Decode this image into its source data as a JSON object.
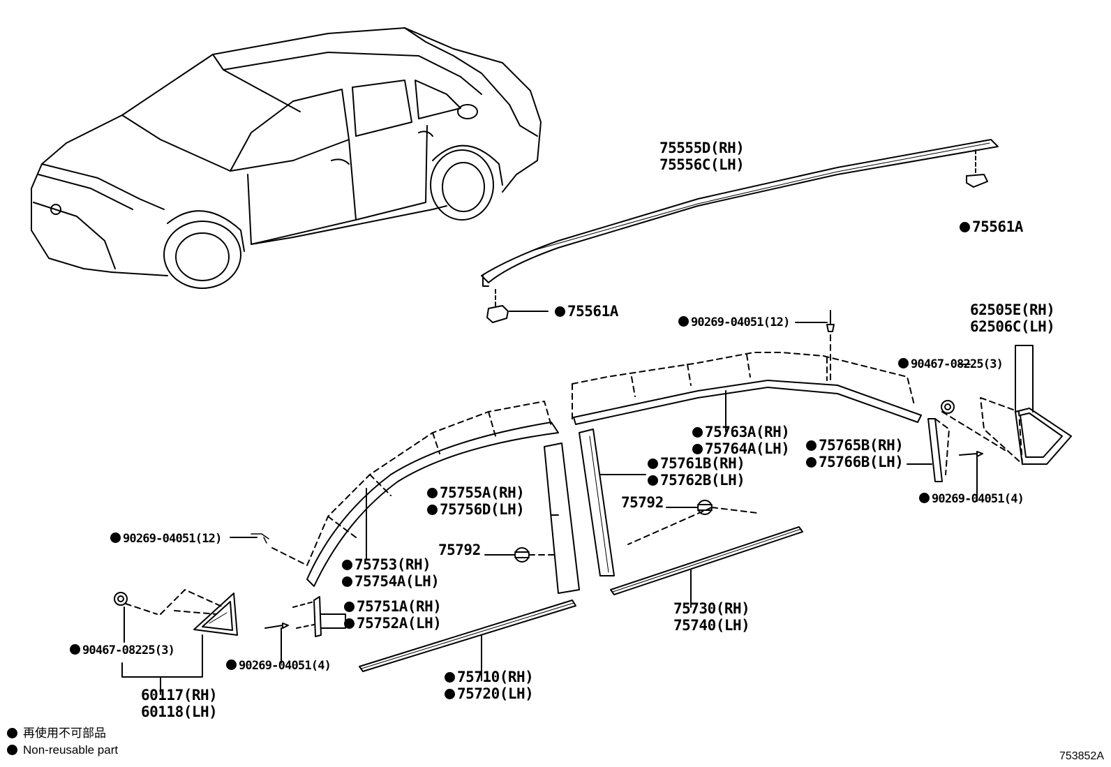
{
  "labels": {
    "p75555D": "75555D(RH)",
    "p75556C": "75556C(LH)",
    "p75561A_top": "75561A",
    "p75561A_mid": "75561A",
    "p90269_12_top": "90269-04051(12)",
    "p62505E": "62505E(RH)",
    "p62506C": "62506C(LH)",
    "p90467_right": "90467-08225(3)",
    "p75763A": "75763A(RH)",
    "p75764A": "75764A(LH)",
    "p75765B": "75765B(RH)",
    "p75766B": "75766B(LH)",
    "p75761B": "75761B(RH)",
    "p75762B": "75762B(LH)",
    "p90269_4_right": "90269-04051(4)",
    "p75792_right": "75792",
    "p75755A": "75755A(RH)",
    "p75756D": "75756D(LH)",
    "p90269_12_left": "90269-04051(12)",
    "p75792_left": "75792",
    "p75753": "75753(RH)",
    "p75754A": "75754A(LH)",
    "p75751A": "75751A(RH)",
    "p75752A": "75752A(LH)",
    "p75730": "75730(RH)",
    "p75740": "75740(LH)",
    "p90467_left": "90467-08225(3)",
    "p90269_4_left": "90269-04051(4)",
    "p75710": "75710(RH)",
    "p75720": "75720(LH)",
    "p60117": "60117(RH)",
    "p60118": "60118(LH)"
  },
  "legend": {
    "jp": "再使用不可部品",
    "en": "Non-reusable part"
  },
  "diagram_code": "753852A"
}
